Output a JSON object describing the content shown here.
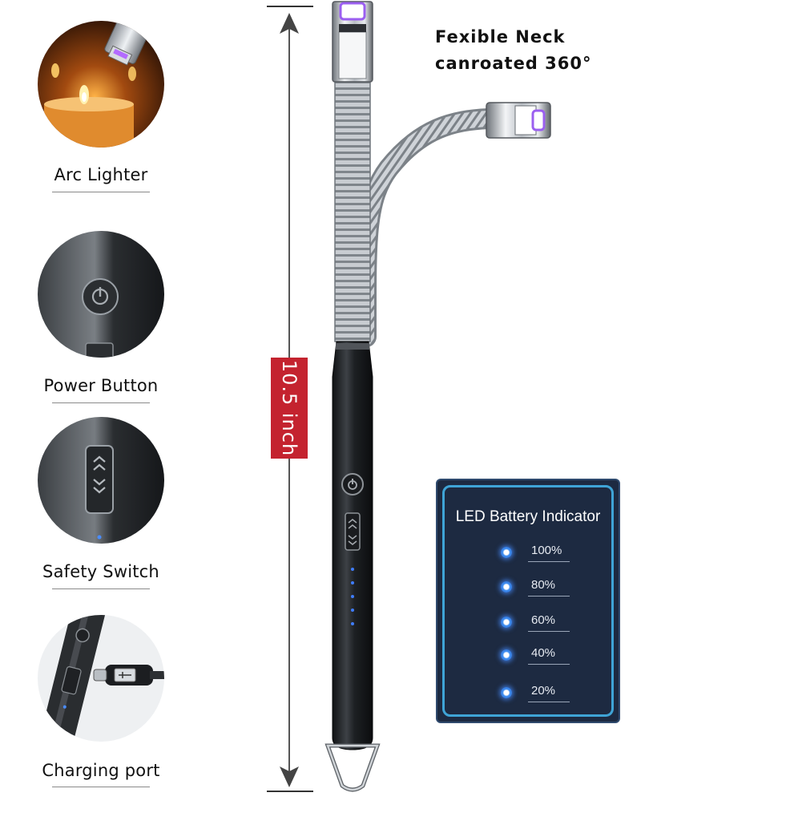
{
  "features": [
    {
      "label": "Arc Lighter",
      "icon": "arc-lighter-candle-photo"
    },
    {
      "label": "Power Button",
      "icon": "power-button-closeup-photo"
    },
    {
      "label": "Safety Switch",
      "icon": "safety-switch-closeup-photo"
    },
    {
      "label": "Charging port",
      "icon": "usb-c-charging-port-photo"
    }
  ],
  "measurement": {
    "label": "10.5 inch"
  },
  "neck_caption": {
    "line1": "Fexible Neck",
    "line2": "canroated 360°"
  },
  "led_indicator": {
    "title": "LED Battery Indicator",
    "levels": [
      "100%",
      "80%",
      "60%",
      "40%",
      "20%"
    ],
    "dot_color": "#3f8ff2"
  },
  "colors": {
    "measurement_badge": "#c4232f",
    "panel_background": "#1d2a41",
    "panel_border": "#3fa4d6",
    "lighter_body": "#1e2124"
  }
}
